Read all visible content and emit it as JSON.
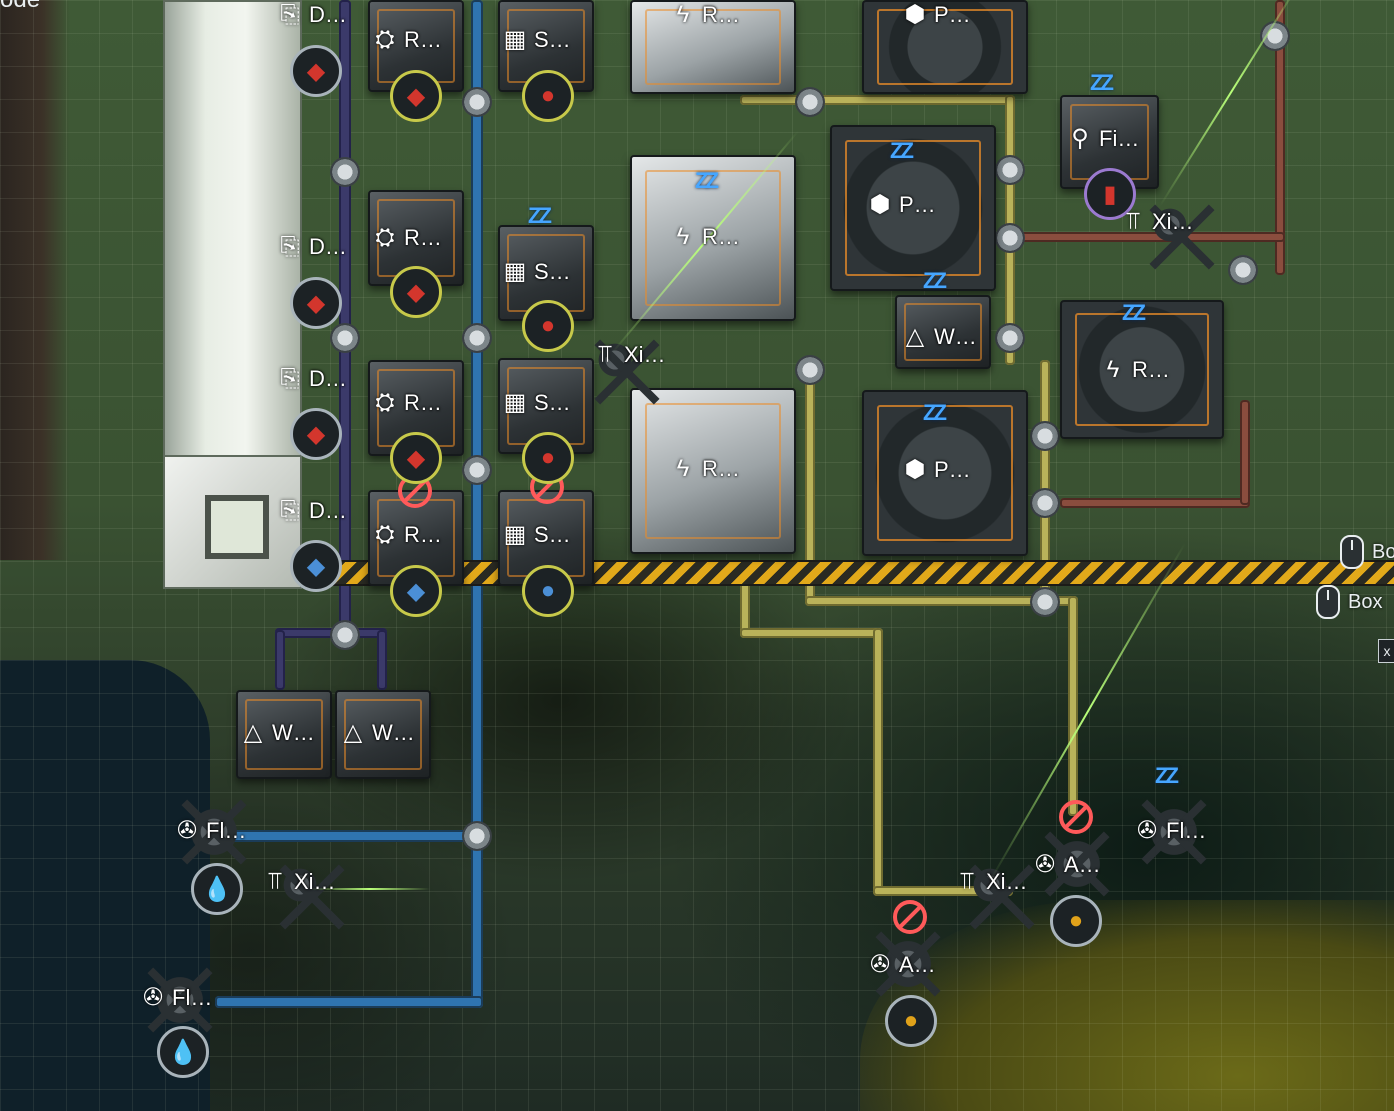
{
  "hud": {
    "corner_text": "ode",
    "hints": [
      {
        "label": "Bo",
        "button": "left"
      },
      {
        "label": "Box",
        "button": "left"
      }
    ],
    "close_key": "x"
  },
  "facilities": [
    {
      "id": "d1",
      "icon": "depot-unloader-icon",
      "label": "D…"
    },
    {
      "id": "d2",
      "icon": "depot-unloader-icon",
      "label": "D…"
    },
    {
      "id": "d3",
      "icon": "depot-unloader-icon",
      "label": "D…"
    },
    {
      "id": "d4",
      "icon": "depot-unloader-icon",
      "label": "D…"
    },
    {
      "id": "r1",
      "icon": "refining-unit-icon",
      "label": "R…"
    },
    {
      "id": "r2",
      "icon": "refining-unit-icon",
      "label": "R…"
    },
    {
      "id": "r3",
      "icon": "refining-unit-icon",
      "label": "R…"
    },
    {
      "id": "r4",
      "icon": "refining-unit-icon",
      "label": "R…"
    },
    {
      "id": "s1",
      "icon": "shredding-unit-icon",
      "label": "S…"
    },
    {
      "id": "s2",
      "icon": "shredding-unit-icon",
      "label": "S…"
    },
    {
      "id": "s3",
      "icon": "shredding-unit-icon",
      "label": "S…"
    },
    {
      "id": "s4",
      "icon": "shredding-unit-icon",
      "label": "S…"
    },
    {
      "id": "rr1",
      "icon": "reactor-icon",
      "label": "R…"
    },
    {
      "id": "rr2",
      "icon": "reactor-icon",
      "label": "R…"
    },
    {
      "id": "rr3",
      "icon": "reactor-icon",
      "label": "R…"
    },
    {
      "id": "rr4",
      "icon": "reactor-icon",
      "label": "R…"
    },
    {
      "id": "p1",
      "icon": "packaging-unit-icon",
      "label": "P…"
    },
    {
      "id": "p2",
      "icon": "packaging-unit-icon",
      "label": "P…"
    },
    {
      "id": "p3",
      "icon": "packaging-unit-icon",
      "label": "P…"
    },
    {
      "id": "w1",
      "icon": "water-treatment-icon",
      "label": "W…"
    },
    {
      "id": "w2",
      "icon": "water-treatment-icon",
      "label": "W…"
    },
    {
      "id": "w3",
      "icon": "water-treatment-icon",
      "label": "W…"
    },
    {
      "id": "f1",
      "icon": "filter-unit-icon",
      "label": "Fi…"
    },
    {
      "id": "x1",
      "icon": "xiranite-relay-icon",
      "label": "Xi…"
    },
    {
      "id": "x2",
      "icon": "xiranite-relay-icon",
      "label": "Xi…"
    },
    {
      "id": "x3",
      "icon": "xiranite-relay-icon",
      "label": "Xi…"
    },
    {
      "id": "x4",
      "icon": "xiranite-relay-icon",
      "label": "Xi…"
    },
    {
      "id": "fl1",
      "icon": "fluid-pump-icon",
      "label": "Fl…"
    },
    {
      "id": "fl2",
      "icon": "fluid-pump-icon",
      "label": "Fl…"
    },
    {
      "id": "fl3",
      "icon": "fluid-pump-icon",
      "label": "Fl…"
    },
    {
      "id": "a1",
      "icon": "oil-extractor-icon",
      "label": "A…"
    },
    {
      "id": "a2",
      "icon": "oil-extractor-icon",
      "label": "A…"
    }
  ],
  "glyphs": {
    "depot": "⎘",
    "refine": "⛭",
    "shred": "▦",
    "reactor": "ϟ",
    "pack": "⬢",
    "water": "△",
    "filter": "⚲",
    "relay": "⫪",
    "pump": "✇",
    "extract": "✇",
    "sleep": "ZZ",
    "red_ore": "◆",
    "blue_ore": "◆",
    "powder": "●",
    "water_drop": "💧",
    "oil_drop": "●",
    "battery": "▮"
  },
  "colors": {
    "sleep": "#46a6ff",
    "blocked": "#ff5a5a",
    "red_ore": "#d3362d",
    "blue_ore": "#4b8fd6",
    "oil": "#e0a21a",
    "water": "#7fd3ff"
  }
}
